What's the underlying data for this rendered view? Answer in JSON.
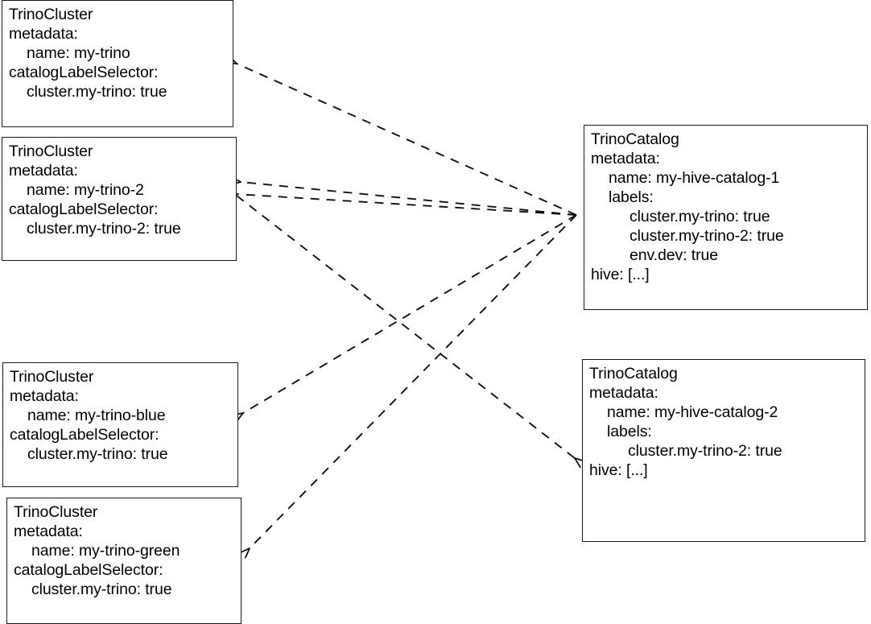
{
  "diagram": {
    "title": "TrinoCluster and TrinoCatalog label selector relationships",
    "type": "entity-relationship",
    "stroke_color": "#1a1a1a",
    "background_color": "#ffffff",
    "edge_style": "dashed-arrow"
  },
  "nodes": [
    {
      "id": "cluster-my-trino",
      "kind": "TrinoCluster",
      "lines": [
        {
          "text": "TrinoCluster",
          "indent": 0
        },
        {
          "text": "metadata:",
          "indent": 0
        },
        {
          "text": "name: my-trino",
          "indent": 1
        },
        {
          "text": "catalogLabelSelector:",
          "indent": 0
        },
        {
          "text": "cluster.my-trino: true",
          "indent": 1
        }
      ]
    },
    {
      "id": "cluster-my-trino-2",
      "kind": "TrinoCluster",
      "lines": [
        {
          "text": "TrinoCluster",
          "indent": 0
        },
        {
          "text": "metadata:",
          "indent": 0
        },
        {
          "text": "name: my-trino-2",
          "indent": 1
        },
        {
          "text": "catalogLabelSelector:",
          "indent": 0
        },
        {
          "text": "cluster.my-trino-2: true",
          "indent": 1
        }
      ]
    },
    {
      "id": "cluster-my-trino-blue",
      "kind": "TrinoCluster",
      "lines": [
        {
          "text": "TrinoCluster",
          "indent": 0
        },
        {
          "text": "metadata:",
          "indent": 0
        },
        {
          "text": "name: my-trino-blue",
          "indent": 1
        },
        {
          "text": "catalogLabelSelector:",
          "indent": 0
        },
        {
          "text": "cluster.my-trino: true",
          "indent": 1
        }
      ]
    },
    {
      "id": "cluster-my-trino-green",
      "kind": "TrinoCluster",
      "lines": [
        {
          "text": "TrinoCluster",
          "indent": 0
        },
        {
          "text": "metadata:",
          "indent": 0
        },
        {
          "text": "name: my-trino-green",
          "indent": 1
        },
        {
          "text": "catalogLabelSelector:",
          "indent": 0
        },
        {
          "text": "cluster.my-trino: true",
          "indent": 1
        }
      ]
    },
    {
      "id": "catalog-my-hive-catalog-1",
      "kind": "TrinoCatalog",
      "lines": [
        {
          "text": "TrinoCatalog",
          "indent": 0
        },
        {
          "text": "metadata:",
          "indent": 0
        },
        {
          "text": "name: my-hive-catalog-1",
          "indent": 1
        },
        {
          "text": "labels:",
          "indent": 1
        },
        {
          "text": "cluster.my-trino: true",
          "indent": 2
        },
        {
          "text": "cluster.my-trino-2: true",
          "indent": 2
        },
        {
          "text": "env.dev: true",
          "indent": 2
        },
        {
          "text": "hive: [...]",
          "indent": 0
        }
      ]
    },
    {
      "id": "catalog-my-hive-catalog-2",
      "kind": "TrinoCatalog",
      "lines": [
        {
          "text": "TrinoCatalog",
          "indent": 0
        },
        {
          "text": "metadata:",
          "indent": 0
        },
        {
          "text": "name: my-hive-catalog-2",
          "indent": 1
        },
        {
          "text": "labels:",
          "indent": 1
        },
        {
          "text": "cluster.my-trino-2: true",
          "indent": 2
        },
        {
          "text": "hive: [...]",
          "indent": 0
        }
      ]
    }
  ],
  "edges": [
    {
      "id": "edge-catalog1-to-my-trino",
      "from": "catalog-my-hive-catalog-1",
      "to": "cluster-my-trino"
    },
    {
      "id": "edge-catalog1-to-my-trino-2",
      "from": "catalog-my-hive-catalog-1",
      "to": "cluster-my-trino-2"
    },
    {
      "id": "edge-catalog1-to-my-trino-blue",
      "from": "catalog-my-hive-catalog-1",
      "to": "cluster-my-trino-blue"
    },
    {
      "id": "edge-catalog1-to-my-trino-green",
      "from": "catalog-my-hive-catalog-1",
      "to": "cluster-my-trino-green"
    },
    {
      "id": "edge-my-trino-2-to-catalog2",
      "from": "cluster-my-trino-2",
      "to": "catalog-my-hive-catalog-2"
    },
    {
      "id": "edge-catalog2-to-my-trino-2",
      "from": "catalog-my-hive-catalog-2",
      "to": "cluster-my-trino-2"
    }
  ]
}
